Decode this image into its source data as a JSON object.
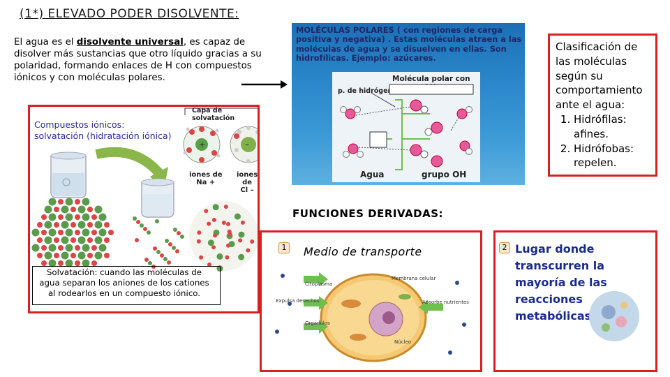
{
  "title": "(1*) ELEVADO PODER DISOLVENTE:",
  "intro": {
    "before": "El agua es el ",
    "bold": "disolvente universal",
    "after": ", es capaz de disolver más sustancias que otro líquido gracias a su polaridad, formando enlaces de H con compuestos iónicos y con moléculas polares."
  },
  "polar_panel": {
    "text": "MOLÉCULAS POLARES ( con regiones de carga positiva y negativa) . Estas moléculas atraen a las moléculas de agua y se disuelven en ellas. Son hidrofílicas. Ejemplo: azúcares.",
    "diagram_title": "Molécula polar con grupos OH",
    "h_bridge_label": "p. de hidrógeno",
    "water_label": "Agua",
    "oh_label": "grupo OH"
  },
  "classification": {
    "intro": "Clasificación de las moléculas según su comportamiento ante el agua:",
    "items": [
      "Hidrófilas: afines.",
      "Hidrófobas: repelen."
    ]
  },
  "ionic": {
    "label_line1": "Compuestos iónicos:",
    "label_line2": "solvatación (hidratación iónica)",
    "solvation_layer": "Capa de solvatación",
    "na_label_1": "iones de",
    "na_label_2": "Na +",
    "cl_label_1": "iones de",
    "cl_label_2": "Cl –",
    "caption": "Solvatación: cuando las moléculas de agua separan los aniones de los cationes al rodearlos en un compuesto iónico."
  },
  "functions": {
    "title": "FUNCIONES DERIVADAS:",
    "item1_num": "1",
    "item1_label": "Medio de transporte",
    "item2_num": "2",
    "item2_label": "Lugar donde transcurren la mayoría de las reacciones metabólicas",
    "cell_labels": {
      "citoplasma": "Citoplasma",
      "membrana": "Membrana celular",
      "expulsa": "Expulsa desechos",
      "absorbe": "Absorbe nutrientes",
      "organulos": "Orgánulos",
      "nucleo": "Núcleo"
    }
  },
  "colors": {
    "box_border": "#d82020",
    "panel_blue": "#2a86c9",
    "metab_text": "#1a2b8c",
    "ionic_label": "#2a2a9a"
  }
}
